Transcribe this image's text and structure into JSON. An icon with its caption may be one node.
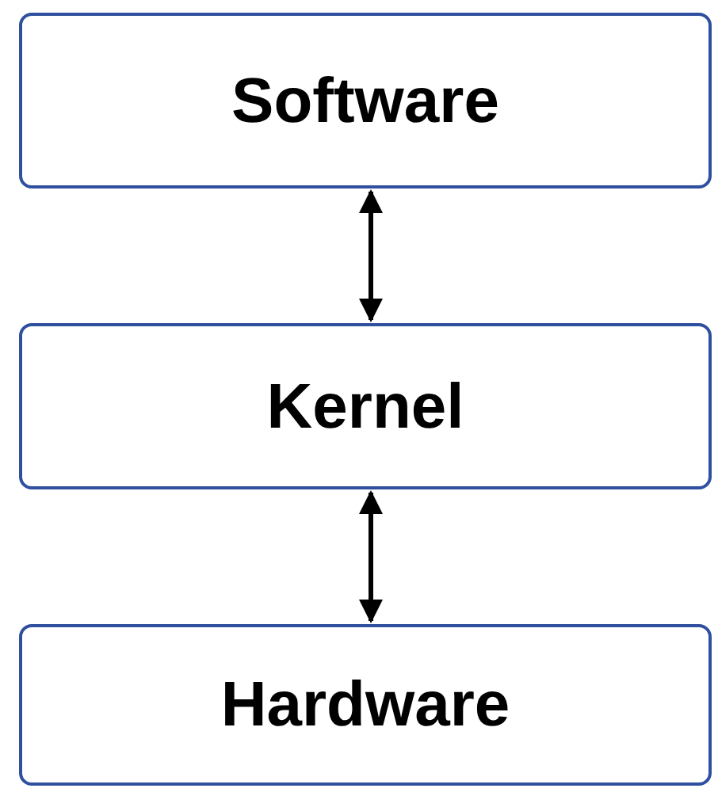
{
  "diagram": {
    "nodes": [
      {
        "text": [
          "Software"
        ]
      },
      {
        "text": [
          "Kernel"
        ]
      },
      {
        "text": [
          "Hardware"
        ]
      }
    ],
    "edges": [
      {
        "from": 0,
        "to": 1,
        "arrow": "both"
      },
      {
        "from": 1,
        "to": 2,
        "arrow": "both"
      }
    ]
  }
}
